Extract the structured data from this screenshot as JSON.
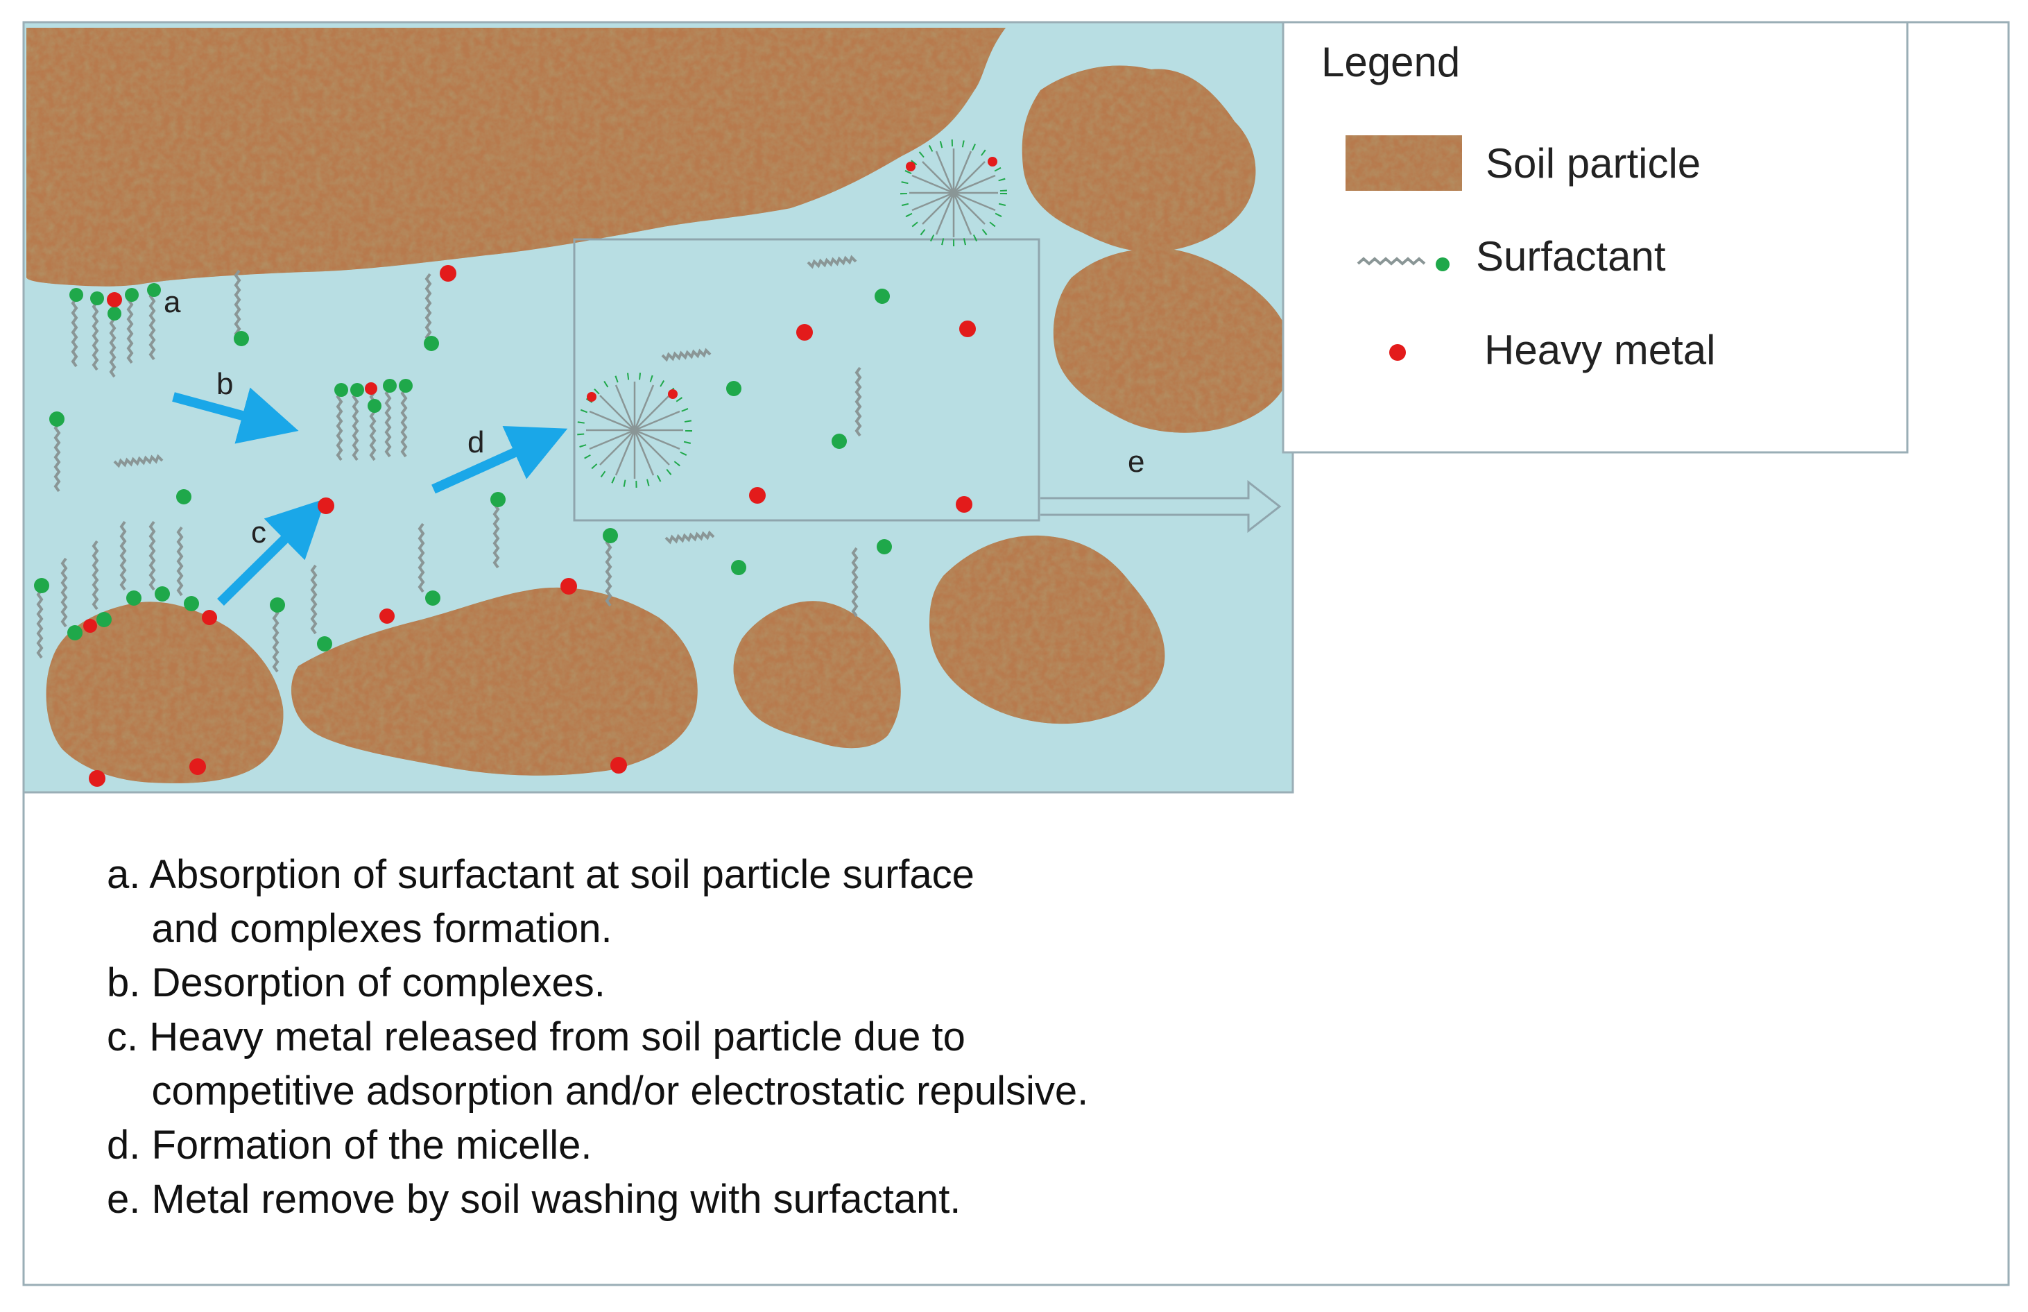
{
  "legend": {
    "title": "Legend",
    "items": [
      {
        "label": "Soil particle",
        "icon": "soil-particle-swatch"
      },
      {
        "label": "Surfactant",
        "icon": "surfactant-tail-icon"
      },
      {
        "label": "Heavy metal",
        "icon": "heavy-metal-dot-icon"
      }
    ]
  },
  "diagram": {
    "step_labels": {
      "a": "a",
      "b": "b",
      "c": "c",
      "d": "d",
      "e": "e"
    }
  },
  "captions": [
    {
      "id": "a",
      "lines": [
        "a. Absorption of surfactant at soil particle surface",
        "    and complexes formation."
      ]
    },
    {
      "id": "b",
      "lines": [
        "b. Desorption of complexes."
      ]
    },
    {
      "id": "c",
      "lines": [
        "c. Heavy metal released from soil particle due to",
        "    competitive adsorption and/or electrostatic repulsive."
      ]
    },
    {
      "id": "d",
      "lines": [
        "d. Formation of the micelle."
      ]
    },
    {
      "id": "e",
      "lines": [
        "e. Metal remove by soil washing with surfactant."
      ]
    }
  ],
  "colors": {
    "water": "#b8dee3",
    "soil": "#b77a4d",
    "surfactant_head": "#1fa84a",
    "surfactant_tail": "#8a9696",
    "heavy_metal": "#e31b1b",
    "arrow": "#1aa7e8",
    "frame": "#9aaeb6"
  }
}
